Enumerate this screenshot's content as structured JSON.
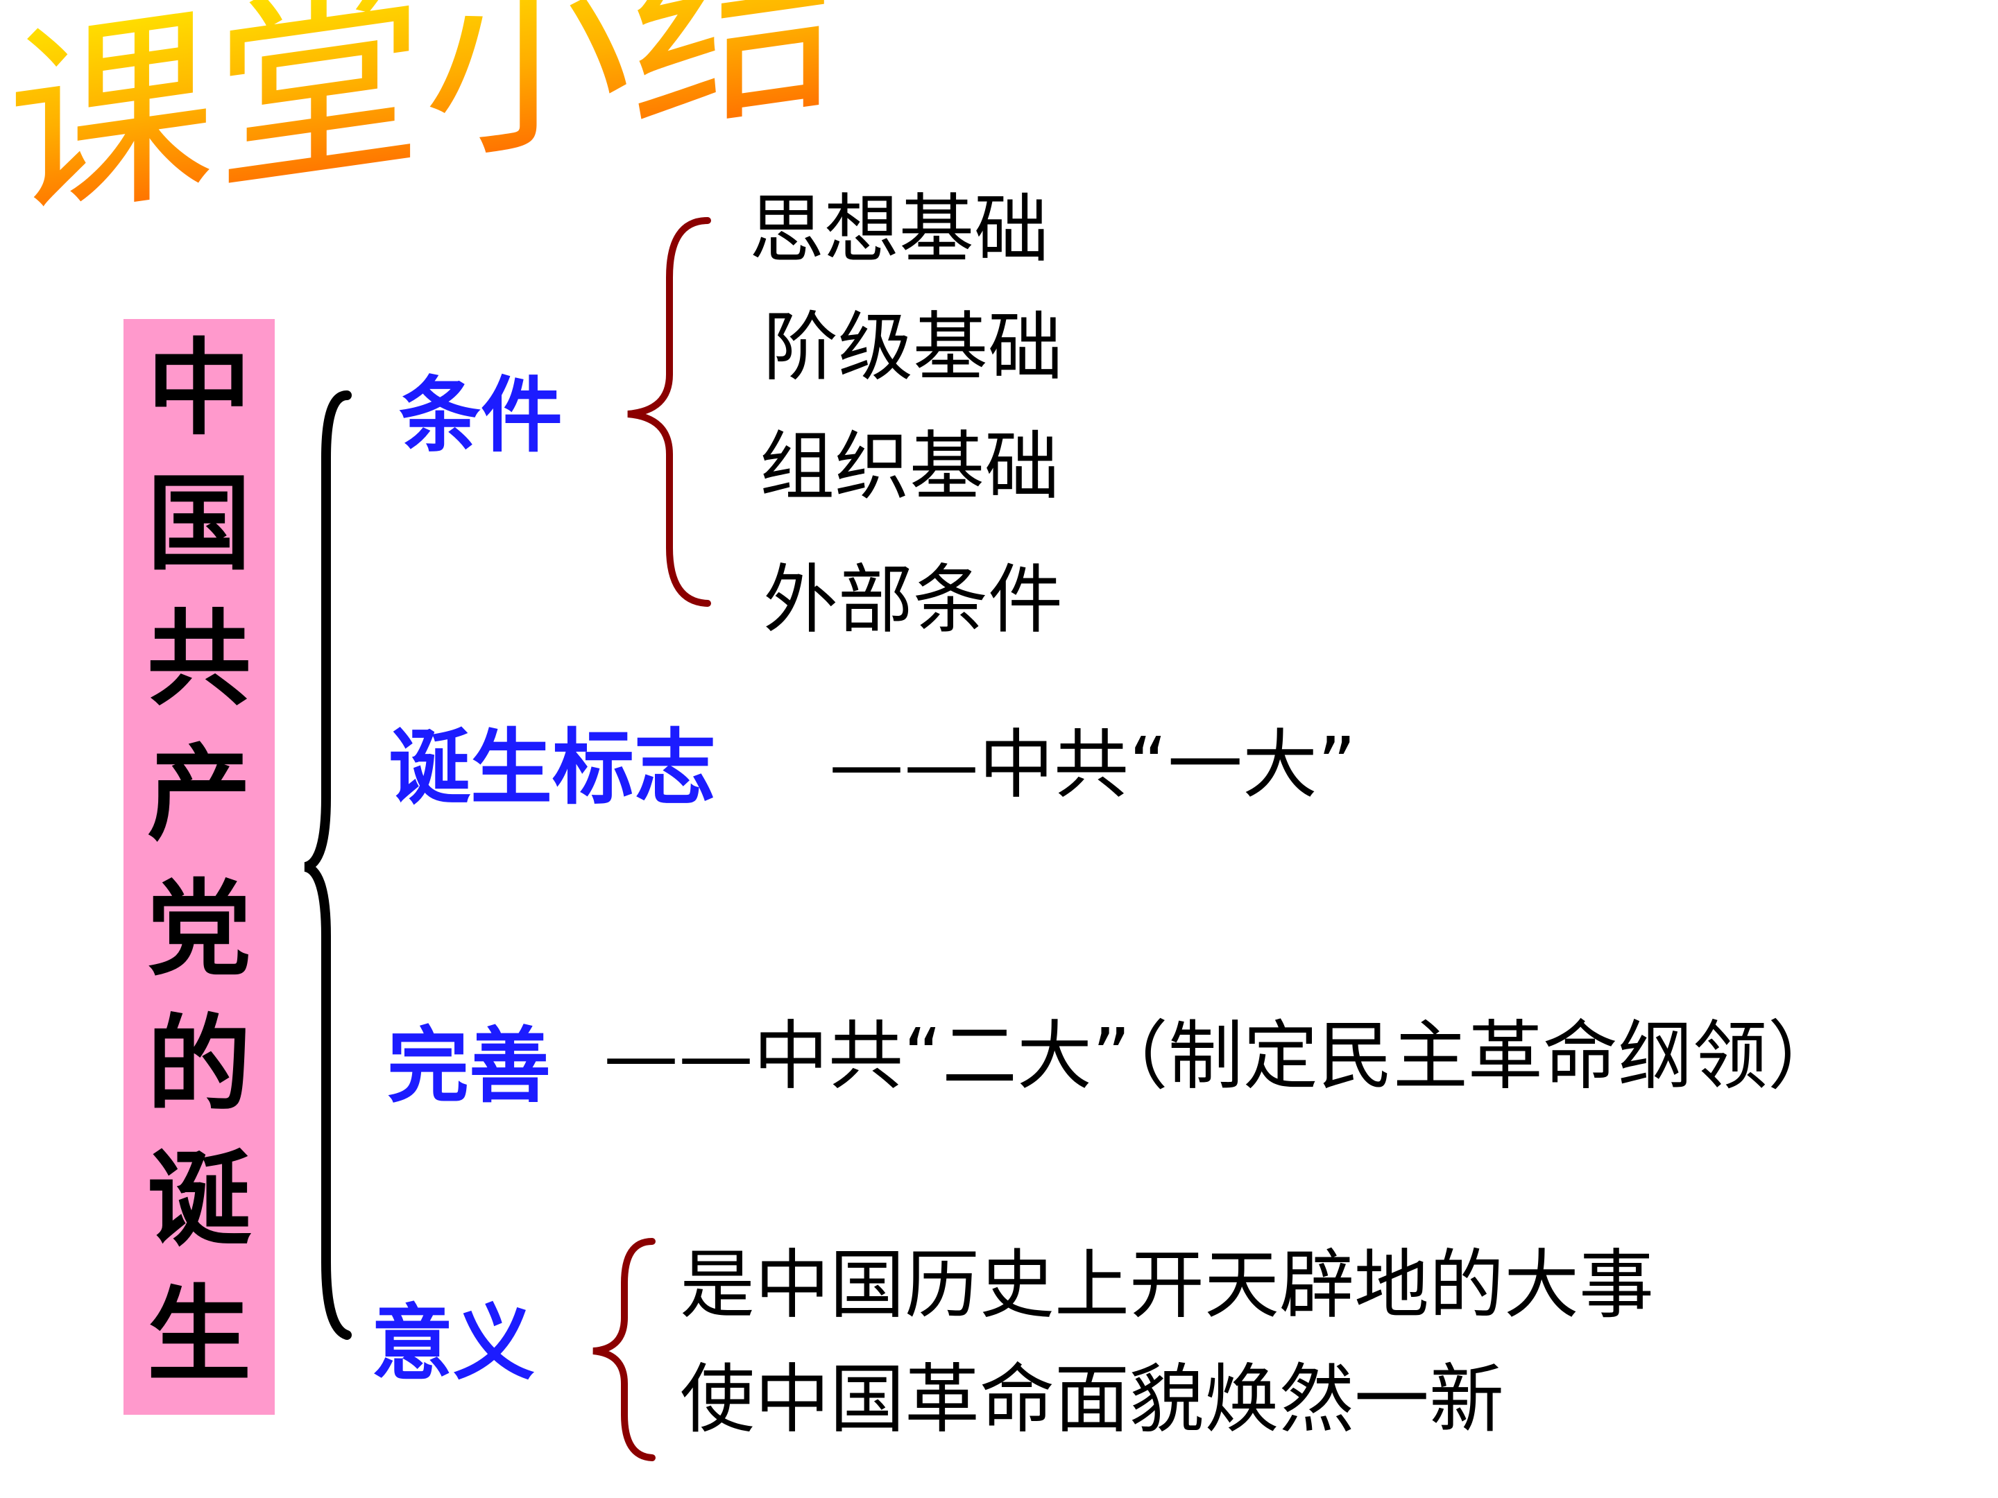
{
  "title": "课堂小结",
  "topic_chars": [
    "中",
    "国",
    "共",
    "产",
    "党",
    "的",
    "诞",
    "生"
  ],
  "sections": {
    "conditions": {
      "label": "条件",
      "items": [
        "思想基础",
        "阶级基础",
        "组织基础",
        "外部条件"
      ]
    },
    "birth_mark": {
      "label": "诞生标志",
      "text": "——中共“一大”"
    },
    "improvement": {
      "label": "完善",
      "text": "——中共“二大”（制定民主革命纲领）"
    },
    "significance": {
      "label": "意义",
      "items": [
        "是中国历史上开天辟地的大事",
        "使中国革命面貌焕然一新"
      ]
    }
  },
  "colors": {
    "title_gradient_top": "#ffe100",
    "title_gradient_bottom": "#ff6a00",
    "topic_box": "#ff99cc",
    "category_text": "#1c1cff",
    "main_brace": "#000000",
    "sub_brace": "#8b0000"
  }
}
